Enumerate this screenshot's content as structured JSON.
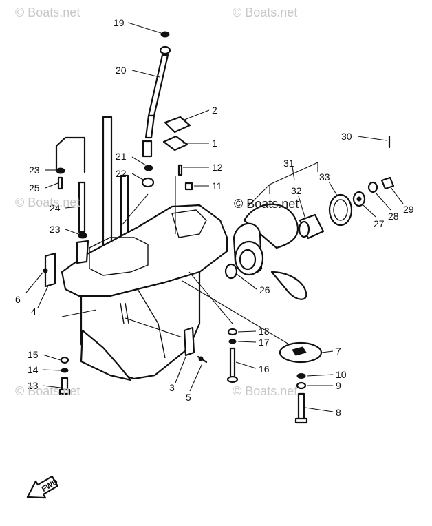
{
  "watermarks": [
    {
      "text": "© Boats.net",
      "tone": "light"
    },
    {
      "text": "© Boats.net",
      "tone": "light"
    },
    {
      "text": "© Boats.net",
      "tone": "light"
    },
    {
      "text": "© Boats.net",
      "tone": "dark"
    },
    {
      "text": "© Boats.net",
      "tone": "light"
    },
    {
      "text": "© Boats.net",
      "tone": "light"
    }
  ],
  "callouts": [
    "19",
    "20",
    "2",
    "1",
    "21",
    "22",
    "12",
    "11",
    "23",
    "25",
    "24",
    "23",
    "6",
    "4",
    "15",
    "14",
    "13",
    "31",
    "32",
    "33",
    "30",
    "29",
    "28",
    "27",
    "26",
    "18",
    "17",
    "16",
    "7",
    "10",
    "9",
    "8",
    "3",
    "5"
  ],
  "fwd_label": "FWD"
}
